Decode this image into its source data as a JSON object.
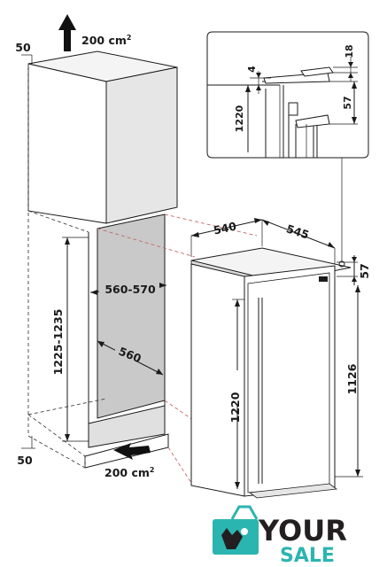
{
  "airflow_top": {
    "value": "200",
    "unit": "cm",
    "exp": "2"
  },
  "airflow_bottom": {
    "value": "200",
    "unit": "cm",
    "exp": "2"
  },
  "cabinet": {
    "dim_top_gap": "50",
    "dim_bottom_gap": "50",
    "dim_niche_height": "1225-1235",
    "dim_niche_width": "560-570",
    "dim_niche_depth": "560"
  },
  "appliance": {
    "dim_width": "540",
    "dim_depth": "545",
    "dim_hinge": "57",
    "dim_height_left": "1220",
    "dim_height_right": "1126"
  },
  "detail": {
    "dim_4": "4",
    "dim_18": "18",
    "dim_1220": "1220",
    "dim_57": "57"
  },
  "logo": {
    "line1": "YOUR",
    "line2": "SALE"
  },
  "colors": {
    "logo_teal": "#2bb5b0",
    "logo_dark": "#231f20",
    "arrow": "#111111",
    "niche_fill": "#c9c9c9"
  }
}
